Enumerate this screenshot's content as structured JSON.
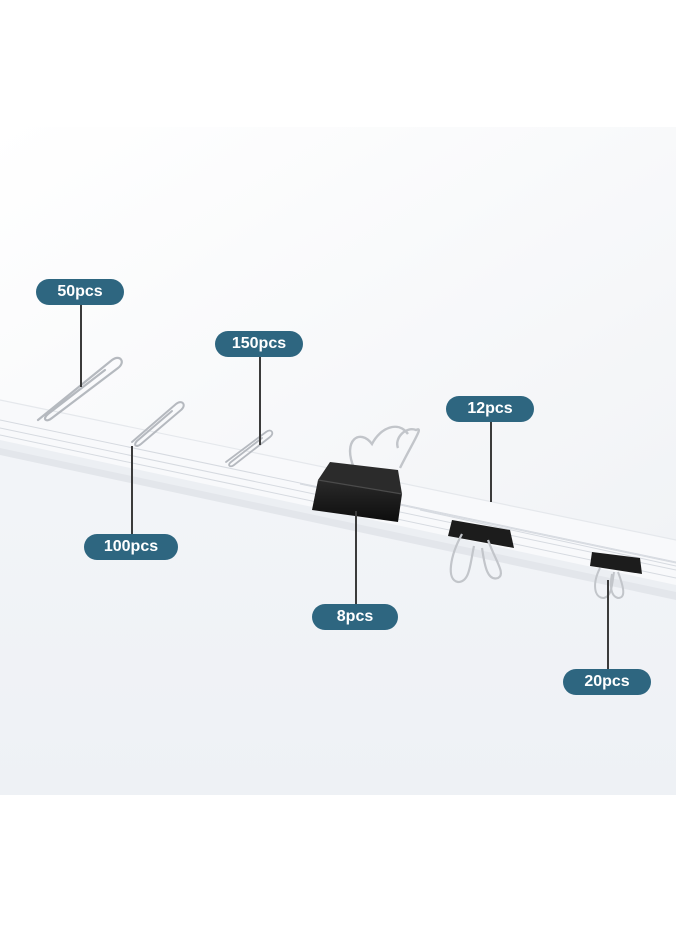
{
  "labels": {
    "paperclip_large": "50pcs",
    "paperclip_medium": "100pcs",
    "paperclip_small": "150pcs",
    "binder_large": "8pcs",
    "binder_medium": "12pcs",
    "binder_small": "20pcs"
  },
  "colors": {
    "badge": "#2e6680",
    "badge_text": "#ffffff",
    "backdrop": "#f4f6f9",
    "clip_black": "#161616",
    "wire_silver": "#b9bcc1"
  },
  "icons": [
    "paperclip-icon",
    "binder-clip-icon"
  ]
}
